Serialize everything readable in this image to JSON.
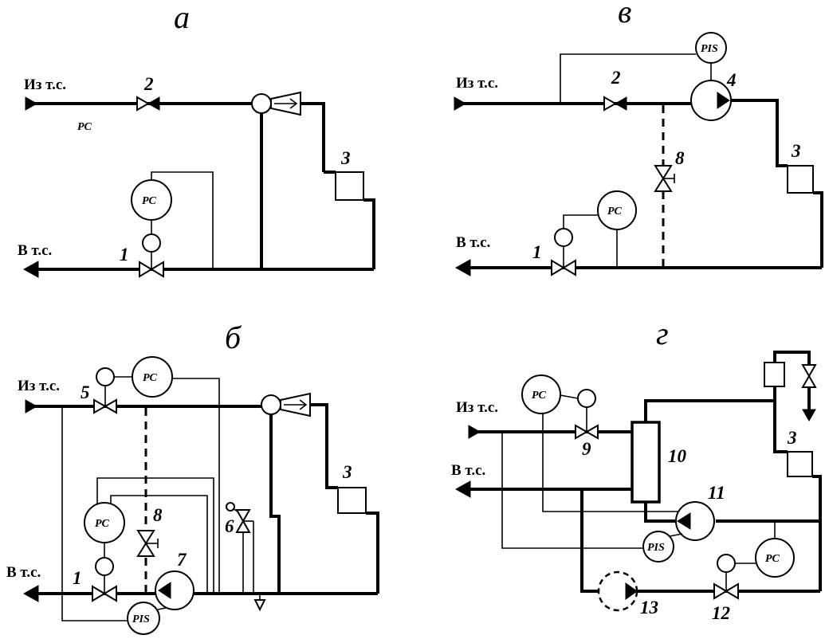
{
  "panels": {
    "a": {
      "letter": "а",
      "from_ts": "Из т.с.",
      "to_ts": "В т.с.",
      "pc_label": "РС",
      "pc_device": "РС",
      "n1": "1",
      "n2": "2",
      "n3": "3"
    },
    "b": {
      "letter": "б",
      "from_ts": "Из т.с.",
      "to_ts": "В т.с.",
      "pc_device_top": "РС",
      "pc_device_left": "РС",
      "pis_device": "PIS",
      "n1": "1",
      "n3": "3",
      "n5": "5",
      "n6": "6",
      "n7": "7",
      "n8": "8"
    },
    "v": {
      "letter": "в",
      "from_ts": "Из т.с.",
      "to_ts": "В т.с.",
      "pis_device": "PIS",
      "pc_device": "РС",
      "n1": "1",
      "n2": "2",
      "n3": "3",
      "n4": "4",
      "n8": "8"
    },
    "g": {
      "letter": "г",
      "from_ts": "Из т.с.",
      "to_ts": "В т.с.",
      "pc_device_top": "РС",
      "pc_device_right": "РС",
      "pis_device": "PIS",
      "n3": "3",
      "n9": "9",
      "n10": "10",
      "n11": "11",
      "n12": "12",
      "n13": "13"
    }
  }
}
